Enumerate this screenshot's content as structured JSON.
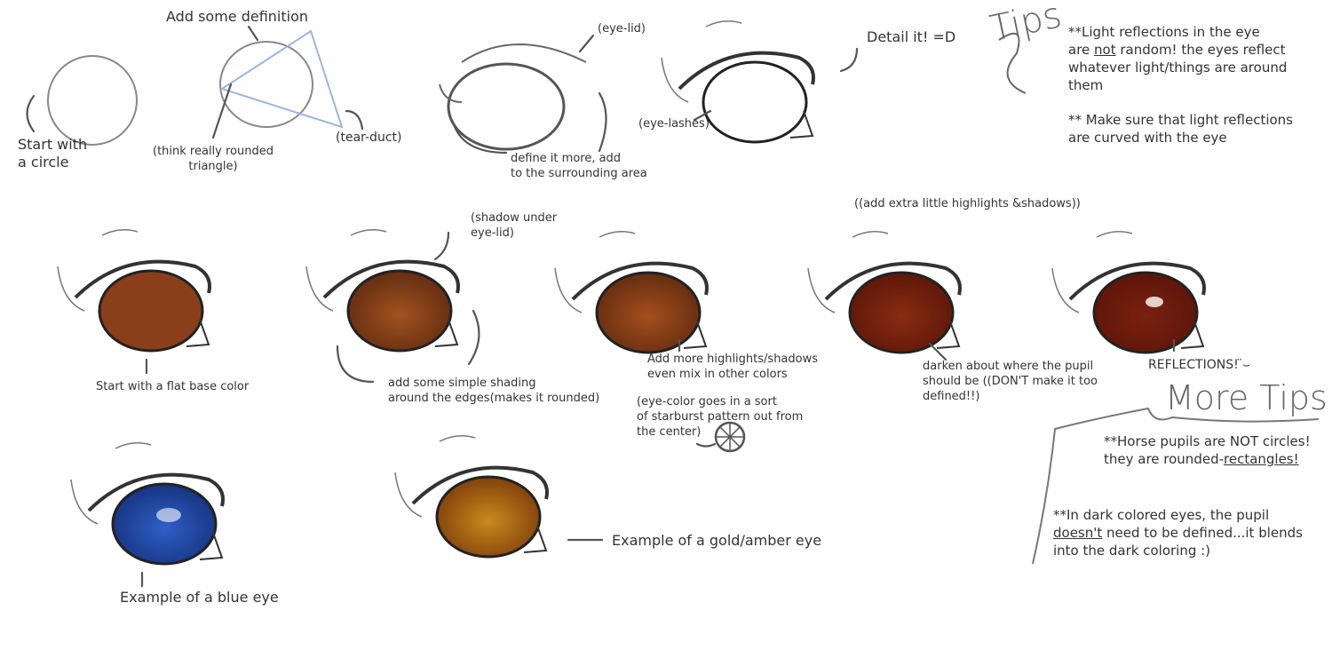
{
  "title_step2": "Add some definition",
  "step1": "Start with\na circle",
  "step2_note": "(think really rounded\ntriangle)",
  "tear_duct": "(tear-duct)",
  "eye_lid": "(eye-lid)",
  "step3": "define it more, add\nto the surrounding area",
  "eye_lashes": "(eye-lashes)",
  "detail": "Detail it! =D",
  "tips_heading": "Tips",
  "tips": {
    "tip1_a": "**Light reflections in the eye\nare ",
    "tip1_u": "not",
    "tip1_b": " random! the eyes reflect\nwhatever light/things are around\nthem",
    "tip2": "** Make sure that light reflections\nare curved with the eye"
  },
  "extra_highlights": "((add extra little highlights &shadows))",
  "shadow_under": "(shadow under\neye-lid)",
  "base_color": "Start with a flat base color",
  "simple_shading": "add some simple shading\naround the edges(makes it rounded)",
  "more_highlights": "Add more highlights/shadows\neven mix in other colors",
  "starburst": "(eye-color goes in a sort\nof starburst pattern out from\nthe center)",
  "darken": "darken about where the pupil\nshould be ((DON'T make it too\ndefined!!)",
  "reflections": "REFLECTIONS! ̈⌣",
  "more_tips_heading": "More Tips",
  "more_tips": {
    "tip1_a": "**Horse pupils are NOT circles!\nthey are rounded-",
    "tip1_u": "rectangles!",
    "tip2_a": "**In dark colored eyes, the pupil\n",
    "tip2_u": "doesn't",
    "tip2_b": " need to be defined...it blends\ninto the dark coloring :)"
  },
  "blue_eye": "Example of a blue eye",
  "gold_eye": "Example of a gold/amber eye",
  "colors": {
    "sketch": "#555555",
    "guide": "#9bb4e0",
    "brown_base": "#8a3f1a",
    "brown_shade": "#5e2a10",
    "dark_red": "#5a1508",
    "blue": "#2f5fc8",
    "gold": "#c98a1c"
  }
}
